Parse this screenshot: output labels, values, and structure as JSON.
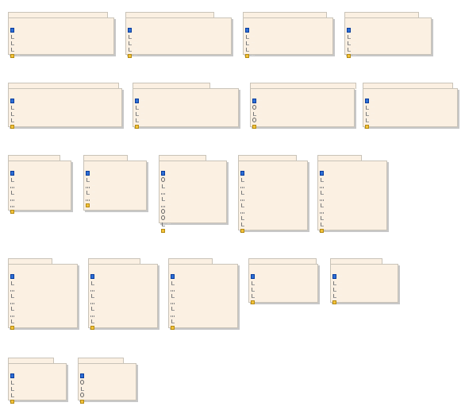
{
  "diagram": {
    "classes": [
      {
        "tab": "···",
        "rows": [
          {
            "icon": "main",
            "text": "···"
          },
          {
            "icon": "file",
            "text": "···"
          },
          {
            "icon": "file",
            "text": "···"
          },
          {
            "icon": "file",
            "text": "···"
          },
          {
            "icon": "folder",
            "text": "···"
          }
        ]
      },
      {
        "tab": "···",
        "rows": [
          {
            "icon": "main",
            "text": "···"
          },
          {
            "icon": "file",
            "text": "···"
          },
          {
            "icon": "file",
            "text": "···"
          },
          {
            "icon": "file",
            "text": "···"
          },
          {
            "icon": "folder",
            "text": "···"
          }
        ]
      },
      {
        "tab": "···",
        "rows": [
          {
            "icon": "main",
            "text": "···"
          },
          {
            "icon": "file",
            "text": "···"
          },
          {
            "icon": "file",
            "text": "···"
          },
          {
            "icon": "file",
            "text": "···"
          },
          {
            "icon": "folder",
            "text": "···"
          }
        ]
      },
      {
        "tab": "···",
        "rows": [
          {
            "icon": "main",
            "text": "···"
          },
          {
            "icon": "file",
            "text": "···"
          },
          {
            "icon": "file",
            "text": "···"
          },
          {
            "icon": "file",
            "text": "···"
          },
          {
            "icon": "folder",
            "text": "···"
          }
        ]
      },
      {
        "tab": "···",
        "rows": [
          {
            "icon": "main",
            "text": "···"
          },
          {
            "icon": "file",
            "text": "···"
          },
          {
            "icon": "file",
            "text": "···"
          },
          {
            "icon": "file",
            "text": "···"
          },
          {
            "icon": "folder",
            "text": "···"
          }
        ]
      },
      {
        "tab": "···",
        "rows": [
          {
            "icon": "main",
            "text": "···"
          },
          {
            "icon": "file",
            "text": "···"
          },
          {
            "icon": "file",
            "text": "···"
          },
          {
            "icon": "file",
            "text": "···"
          },
          {
            "icon": "folder",
            "text": "···"
          }
        ]
      },
      {
        "tab": "···",
        "rows": [
          {
            "icon": "main",
            "text": "···"
          },
          {
            "icon": "sel",
            "text": "···"
          },
          {
            "icon": "file",
            "text": "···"
          },
          {
            "icon": "sel",
            "text": "···"
          },
          {
            "icon": "folder",
            "text": "···"
          }
        ]
      },
      {
        "tab": "···",
        "rows": [
          {
            "icon": "main",
            "text": "···"
          },
          {
            "icon": "file",
            "text": "···"
          },
          {
            "icon": "file",
            "text": "···"
          },
          {
            "icon": "file",
            "text": "···"
          },
          {
            "icon": "folder",
            "text": "···"
          }
        ]
      },
      {
        "tab": "···",
        "rows": [
          {
            "icon": "main",
            "text": "···"
          },
          {
            "icon": "file",
            "text": "···"
          },
          {
            "icon": "dots",
            "text": "···"
          },
          {
            "icon": "file",
            "text": "···"
          },
          {
            "icon": "dots",
            "text": "···"
          },
          {
            "icon": "dots",
            "text": "···"
          },
          {
            "icon": "folder",
            "text": "···"
          }
        ]
      },
      {
        "tab": "···",
        "rows": [
          {
            "icon": "main",
            "text": "···"
          },
          {
            "icon": "file",
            "text": "···"
          },
          {
            "icon": "dots",
            "text": "···"
          },
          {
            "icon": "file",
            "text": "···"
          },
          {
            "icon": "dots",
            "text": "···"
          },
          {
            "icon": "folder",
            "text": "···"
          }
        ]
      },
      {
        "tab": "···",
        "rows": [
          {
            "icon": "main",
            "text": "···"
          },
          {
            "icon": "sel",
            "text": "···"
          },
          {
            "icon": "file",
            "text": "···"
          },
          {
            "icon": "dots",
            "text": "···"
          },
          {
            "icon": "file",
            "text": "···"
          },
          {
            "icon": "dots",
            "text": "···"
          },
          {
            "icon": "sel",
            "text": "···"
          },
          {
            "icon": "sel",
            "text": "···"
          },
          {
            "icon": "file",
            "text": "···"
          },
          {
            "icon": "folder",
            "text": "···"
          }
        ]
      },
      {
        "tab": "···",
        "rows": [
          {
            "icon": "main",
            "text": "···"
          },
          {
            "icon": "file",
            "text": "···"
          },
          {
            "icon": "dots",
            "text": "···"
          },
          {
            "icon": "file",
            "text": "···"
          },
          {
            "icon": "dots",
            "text": "···"
          },
          {
            "icon": "file",
            "text": "···"
          },
          {
            "icon": "dots",
            "text": "···"
          },
          {
            "icon": "file",
            "text": "···"
          },
          {
            "icon": "file",
            "text": "···"
          },
          {
            "icon": "folder",
            "text": "···"
          }
        ]
      },
      {
        "tab": "···",
        "rows": [
          {
            "icon": "main",
            "text": "···"
          },
          {
            "icon": "file",
            "text": "···"
          },
          {
            "icon": "dots",
            "text": "···"
          },
          {
            "icon": "file",
            "text": "···"
          },
          {
            "icon": "dots",
            "text": "···"
          },
          {
            "icon": "file",
            "text": "···"
          },
          {
            "icon": "dots",
            "text": "···"
          },
          {
            "icon": "file",
            "text": "···"
          },
          {
            "icon": "file",
            "text": "···"
          },
          {
            "icon": "folder",
            "text": "···"
          }
        ]
      },
      {
        "tab": "···",
        "rows": [
          {
            "icon": "main",
            "text": "···"
          },
          {
            "icon": "file",
            "text": "···"
          },
          {
            "icon": "dots",
            "text": "···"
          },
          {
            "icon": "file",
            "text": "···"
          },
          {
            "icon": "dots",
            "text": "···"
          },
          {
            "icon": "file",
            "text": "···"
          },
          {
            "icon": "dots",
            "text": "···"
          },
          {
            "icon": "file",
            "text": "···"
          },
          {
            "icon": "folder",
            "text": "···"
          }
        ]
      },
      {
        "tab": "···",
        "rows": [
          {
            "icon": "main",
            "text": "···"
          },
          {
            "icon": "file",
            "text": "···"
          },
          {
            "icon": "dots",
            "text": "···"
          },
          {
            "icon": "file",
            "text": "···"
          },
          {
            "icon": "dots",
            "text": "···"
          },
          {
            "icon": "file",
            "text": "···"
          },
          {
            "icon": "dots",
            "text": "···"
          },
          {
            "icon": "file",
            "text": "···"
          },
          {
            "icon": "folder",
            "text": "···"
          }
        ]
      },
      {
        "tab": "···",
        "rows": [
          {
            "icon": "main",
            "text": "···"
          },
          {
            "icon": "file",
            "text": "···"
          },
          {
            "icon": "dots",
            "text": "···"
          },
          {
            "icon": "file",
            "text": "···"
          },
          {
            "icon": "dots",
            "text": "···"
          },
          {
            "icon": "file",
            "text": "···"
          },
          {
            "icon": "dots",
            "text": "···"
          },
          {
            "icon": "file",
            "text": "···"
          },
          {
            "icon": "folder",
            "text": "···"
          }
        ]
      },
      {
        "tab": "···",
        "rows": [
          {
            "icon": "main",
            "text": "···"
          },
          {
            "icon": "file",
            "text": "···"
          },
          {
            "icon": "file",
            "text": "···"
          },
          {
            "icon": "file",
            "text": "···"
          },
          {
            "icon": "folder",
            "text": "···"
          }
        ]
      },
      {
        "tab": "···",
        "rows": [
          {
            "icon": "main",
            "text": "···"
          },
          {
            "icon": "file",
            "text": "···"
          },
          {
            "icon": "file",
            "text": "···"
          },
          {
            "icon": "file",
            "text": "···"
          },
          {
            "icon": "folder",
            "text": "···"
          }
        ]
      },
      {
        "tab": "···",
        "rows": [
          {
            "icon": "main",
            "text": "···"
          },
          {
            "icon": "file",
            "text": "···"
          },
          {
            "icon": "file",
            "text": "···"
          },
          {
            "icon": "file",
            "text": "···"
          },
          {
            "icon": "folder",
            "text": "···"
          }
        ]
      },
      {
        "tab": "···",
        "rows": [
          {
            "icon": "main",
            "text": "···"
          },
          {
            "icon": "sel",
            "text": "···"
          },
          {
            "icon": "file",
            "text": "···"
          },
          {
            "icon": "sel",
            "text": "···"
          },
          {
            "icon": "folder",
            "text": "···"
          }
        ]
      }
    ]
  }
}
